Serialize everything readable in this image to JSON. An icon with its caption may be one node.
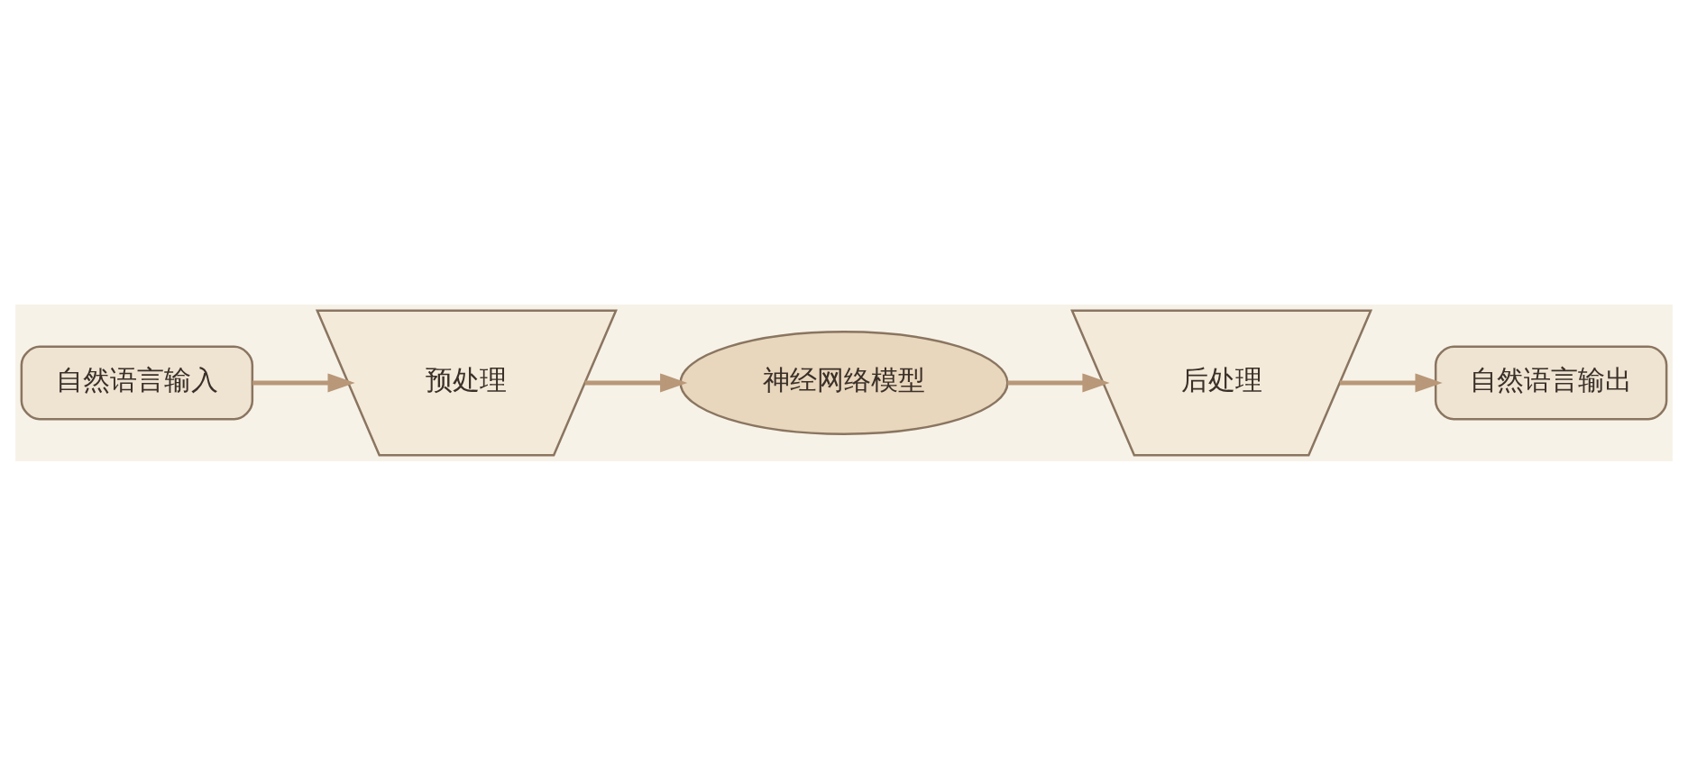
{
  "diagram": {
    "nodes": [
      {
        "text": [
          "自然语言输入"
        ]
      },
      {
        "text": [
          "预处理"
        ]
      },
      {
        "text": [
          "神经网络模型"
        ]
      },
      {
        "text": [
          "后处理"
        ]
      },
      {
        "text": [
          "自然语言输出"
        ]
      }
    ],
    "edges": [
      {
        "from": 0,
        "to": 1,
        "arrow": "to"
      },
      {
        "from": 1,
        "to": 2,
        "arrow": "to"
      },
      {
        "from": 2,
        "to": 3,
        "arrow": "to"
      },
      {
        "from": 3,
        "to": 4,
        "arrow": "to"
      }
    ]
  }
}
